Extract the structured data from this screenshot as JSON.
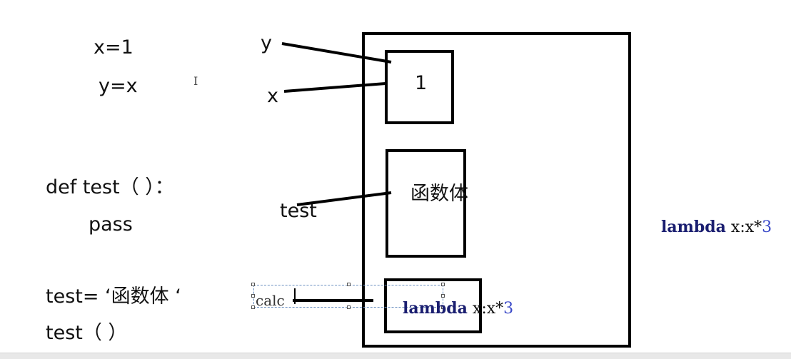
{
  "code_left": {
    "assign_x": "x=1",
    "assign_y": "y=x",
    "def_line": "def test（ ）：",
    "pass_line": "pass",
    "test_assign": "test= ‘函数体 ‘",
    "test_call": "test（ ）"
  },
  "diagram": {
    "label_y": "y",
    "label_x": "x",
    "label_test": "test",
    "label_calc": "calc",
    "box_value": "1",
    "box_function_body": "函数体",
    "lambda_keyword": "lambda",
    "lambda_expr": "x:x*",
    "lambda_number": "3"
  },
  "right_note": {
    "lambda_keyword": "lambda",
    "lambda_expr": "x:x*",
    "lambda_number": "3"
  },
  "colors": {
    "lambda_keyword": "#1a1e70",
    "lambda_number": "#3a49c8",
    "selection_border": "#6a8fc0"
  }
}
